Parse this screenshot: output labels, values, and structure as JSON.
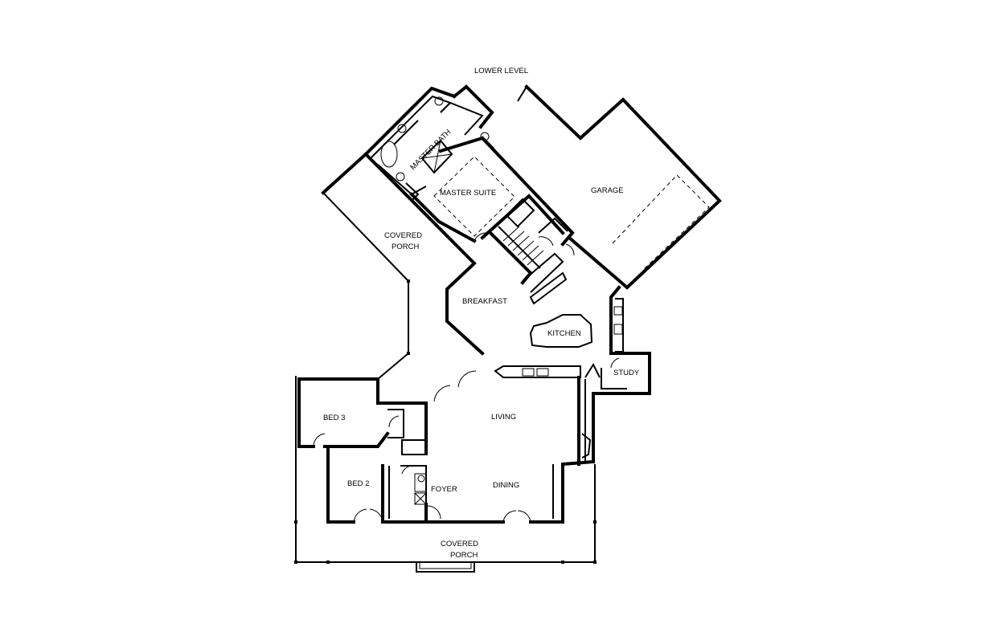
{
  "plan": {
    "labels": {
      "lower_level": "LOWER LEVEL",
      "master_bath": "MASTER BATH",
      "master_suite": "MASTER SUITE",
      "garage": "GARAGE",
      "covered_porch_rear_1": "COVERED",
      "covered_porch_rear_2": "PORCH",
      "breakfast": "BREAKFAST",
      "kitchen": "KITCHEN",
      "study": "STUDY",
      "bed3": "BED 3",
      "living": "LIVING",
      "bed2": "BED 2",
      "foyer": "FOYER",
      "dining": "DINING",
      "covered_porch_front_1": "COVERED",
      "covered_porch_front_2": "PORCH"
    }
  }
}
